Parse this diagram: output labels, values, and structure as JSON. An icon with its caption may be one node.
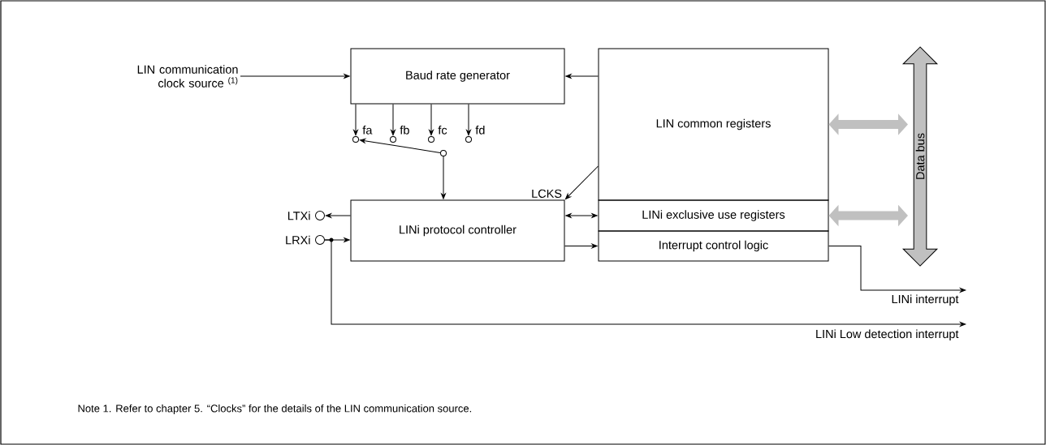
{
  "diagram": {
    "nodes": [
      {
        "text": [
          "LIN communication clock source $^{(1)}$"
        ]
      },
      {
        "text": [
          "Baud rate generator"
        ]
      },
      {
        "text": [
          "LIN common registers"
        ]
      },
      {
        "text": [
          "LINi exclusive use registers"
        ]
      },
      {
        "text": [
          "Interrupt control logic"
        ]
      },
      {
        "text": [
          "LINi protocol controller"
        ]
      },
      {
        "text": [
          "Data bus"
        ]
      },
      {
        "text": [],
        "shape": "circle",
        "beside": [
          "fa"
        ]
      },
      {
        "text": [],
        "shape": "circle",
        "beside": [
          "fb"
        ]
      },
      {
        "text": [],
        "shape": "circle",
        "beside": [
          "fc"
        ]
      },
      {
        "text": [],
        "shape": "circle",
        "beside": [
          "fd"
        ]
      },
      {
        "text": [],
        "shape": "circle"
      },
      {
        "text": [],
        "shape": "circle",
        "beside": [
          "LTXi"
        ]
      },
      {
        "text": [],
        "shape": "circle",
        "beside": [
          "LRXi"
        ]
      }
    ],
    "edges": [
      {
        "from": 0,
        "to": 1,
        "arrow": "to"
      },
      {
        "from": 2,
        "to": 1,
        "arrow": "to"
      },
      {
        "from": 1,
        "to": 7,
        "arrow": "to"
      },
      {
        "from": 1,
        "to": 8,
        "arrow": "to"
      },
      {
        "from": 1,
        "to": 9,
        "arrow": "to"
      },
      {
        "from": 1,
        "to": 10,
        "arrow": "to"
      },
      {
        "from": 11,
        "to": 7,
        "arrow": "to"
      },
      {
        "from": 11,
        "to": 5,
        "arrow": "to"
      },
      {
        "from": 2,
        "to": 5,
        "arrow": "to",
        "label": "LCKS"
      },
      {
        "from": 5,
        "to": 12,
        "arrow": "to"
      },
      {
        "from": 5,
        "to": 3,
        "arrow": "both"
      },
      {
        "from": 13,
        "to": 5,
        "arrow": "to"
      },
      {
        "from": 5,
        "to": 4,
        "arrow": "to"
      },
      {
        "from": 4,
        "to": null,
        "arrow": "to",
        "label": "LINi interrupt"
      },
      {
        "from": 13,
        "to": null,
        "arrow": "to",
        "label": "LINi Low detection interrupt"
      },
      {
        "from": 2,
        "to": 6,
        "arrow": "both",
        "style": "thick",
        "color": "#c0c0c0"
      },
      {
        "from": 3,
        "to": 6,
        "arrow": "both",
        "style": "thick",
        "color": "#c0c0c0"
      }
    ],
    "labels": [
      "Note 1.  Refer to chapter 5. “Clocks” for the details of the LIN communication source."
    ]
  }
}
